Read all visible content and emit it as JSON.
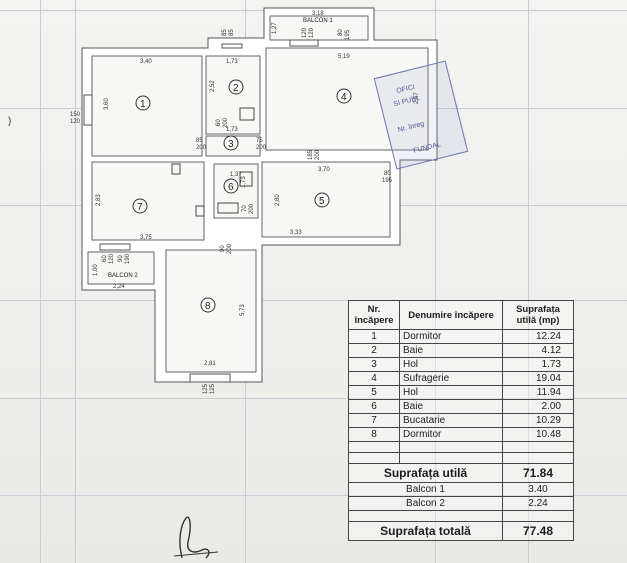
{
  "plan": {
    "rooms": [
      "1",
      "2",
      "3",
      "4",
      "5",
      "6",
      "7",
      "8"
    ],
    "balcony1": "BALCON 1",
    "balcony2": "BALCON 2",
    "dims": {
      "d_318": "3,18",
      "d_85": "85",
      "d_85b": "85",
      "d_120": "120",
      "d_120b": "120",
      "d_80": "80",
      "d_195": "195",
      "d_127": "1,27",
      "d_340": "3,40",
      "d_173": "1,73",
      "d_519": "5,19",
      "d_150": "150",
      "d_120c": "120",
      "d_360": "3,60",
      "d_252": "2,52",
      "d_60": "60",
      "d_200": "200",
      "d_173b": "1,73",
      "d_85c": "85",
      "d_200b": "200",
      "d_75": "75",
      "d_200c": "200",
      "d_185": "185",
      "d_200d": "200",
      "d_370": "3,70",
      "d_80b": "80",
      "d_195b": "195",
      "d_257": "2,57",
      "d_137": "1,37",
      "d_173c": "1,73",
      "d_70": "70",
      "d_200e": "200",
      "d_283": "2,83",
      "d_280": "2,80",
      "d_375": "3,75",
      "d_333": "3,33",
      "d_90": "90",
      "d_200f": "200",
      "d_60b": "60",
      "d_120d": "120",
      "d_90b": "90",
      "d_190": "190",
      "d_100": "1,00",
      "d_224": "2,24",
      "d_573": "5,73",
      "d_281": "2,81",
      "d_125": "125",
      "d_125b": "125"
    }
  },
  "table": {
    "head": {
      "nr": "Nr. încăpere",
      "name": "Denumire încăpere",
      "area": "Suprafața utilă (mp)"
    },
    "rows": [
      {
        "nr": "1",
        "name": "Dormitor",
        "area": "12.24"
      },
      {
        "nr": "2",
        "name": "Baie",
        "area": "4.12"
      },
      {
        "nr": "3",
        "name": "Hol",
        "area": "1.73"
      },
      {
        "nr": "4",
        "name": "Sufragerie",
        "area": "19.04"
      },
      {
        "nr": "5",
        "name": "Hol",
        "area": "11.94"
      },
      {
        "nr": "6",
        "name": "Baie",
        "area": "2.00"
      },
      {
        "nr": "7",
        "name": "Bucatarie",
        "area": "10.29"
      },
      {
        "nr": "8",
        "name": "Dormitor",
        "area": "10.48"
      }
    ],
    "useful_label": "Suprafața utilă",
    "useful_value": "71.84",
    "balcony1_label": "Balcon 1",
    "balcony1_value": "3.40",
    "balcony2_label": "Balcon 2",
    "balcony2_value": "2.24",
    "total_label": "Suprafața totală",
    "total_value": "77.48"
  },
  "stamp": {
    "line1": "OFICI",
    "line2": "SI PUBL",
    "line3": "Nr. înreg",
    "line4": "FUNDAL"
  },
  "margin_mark": ")"
}
